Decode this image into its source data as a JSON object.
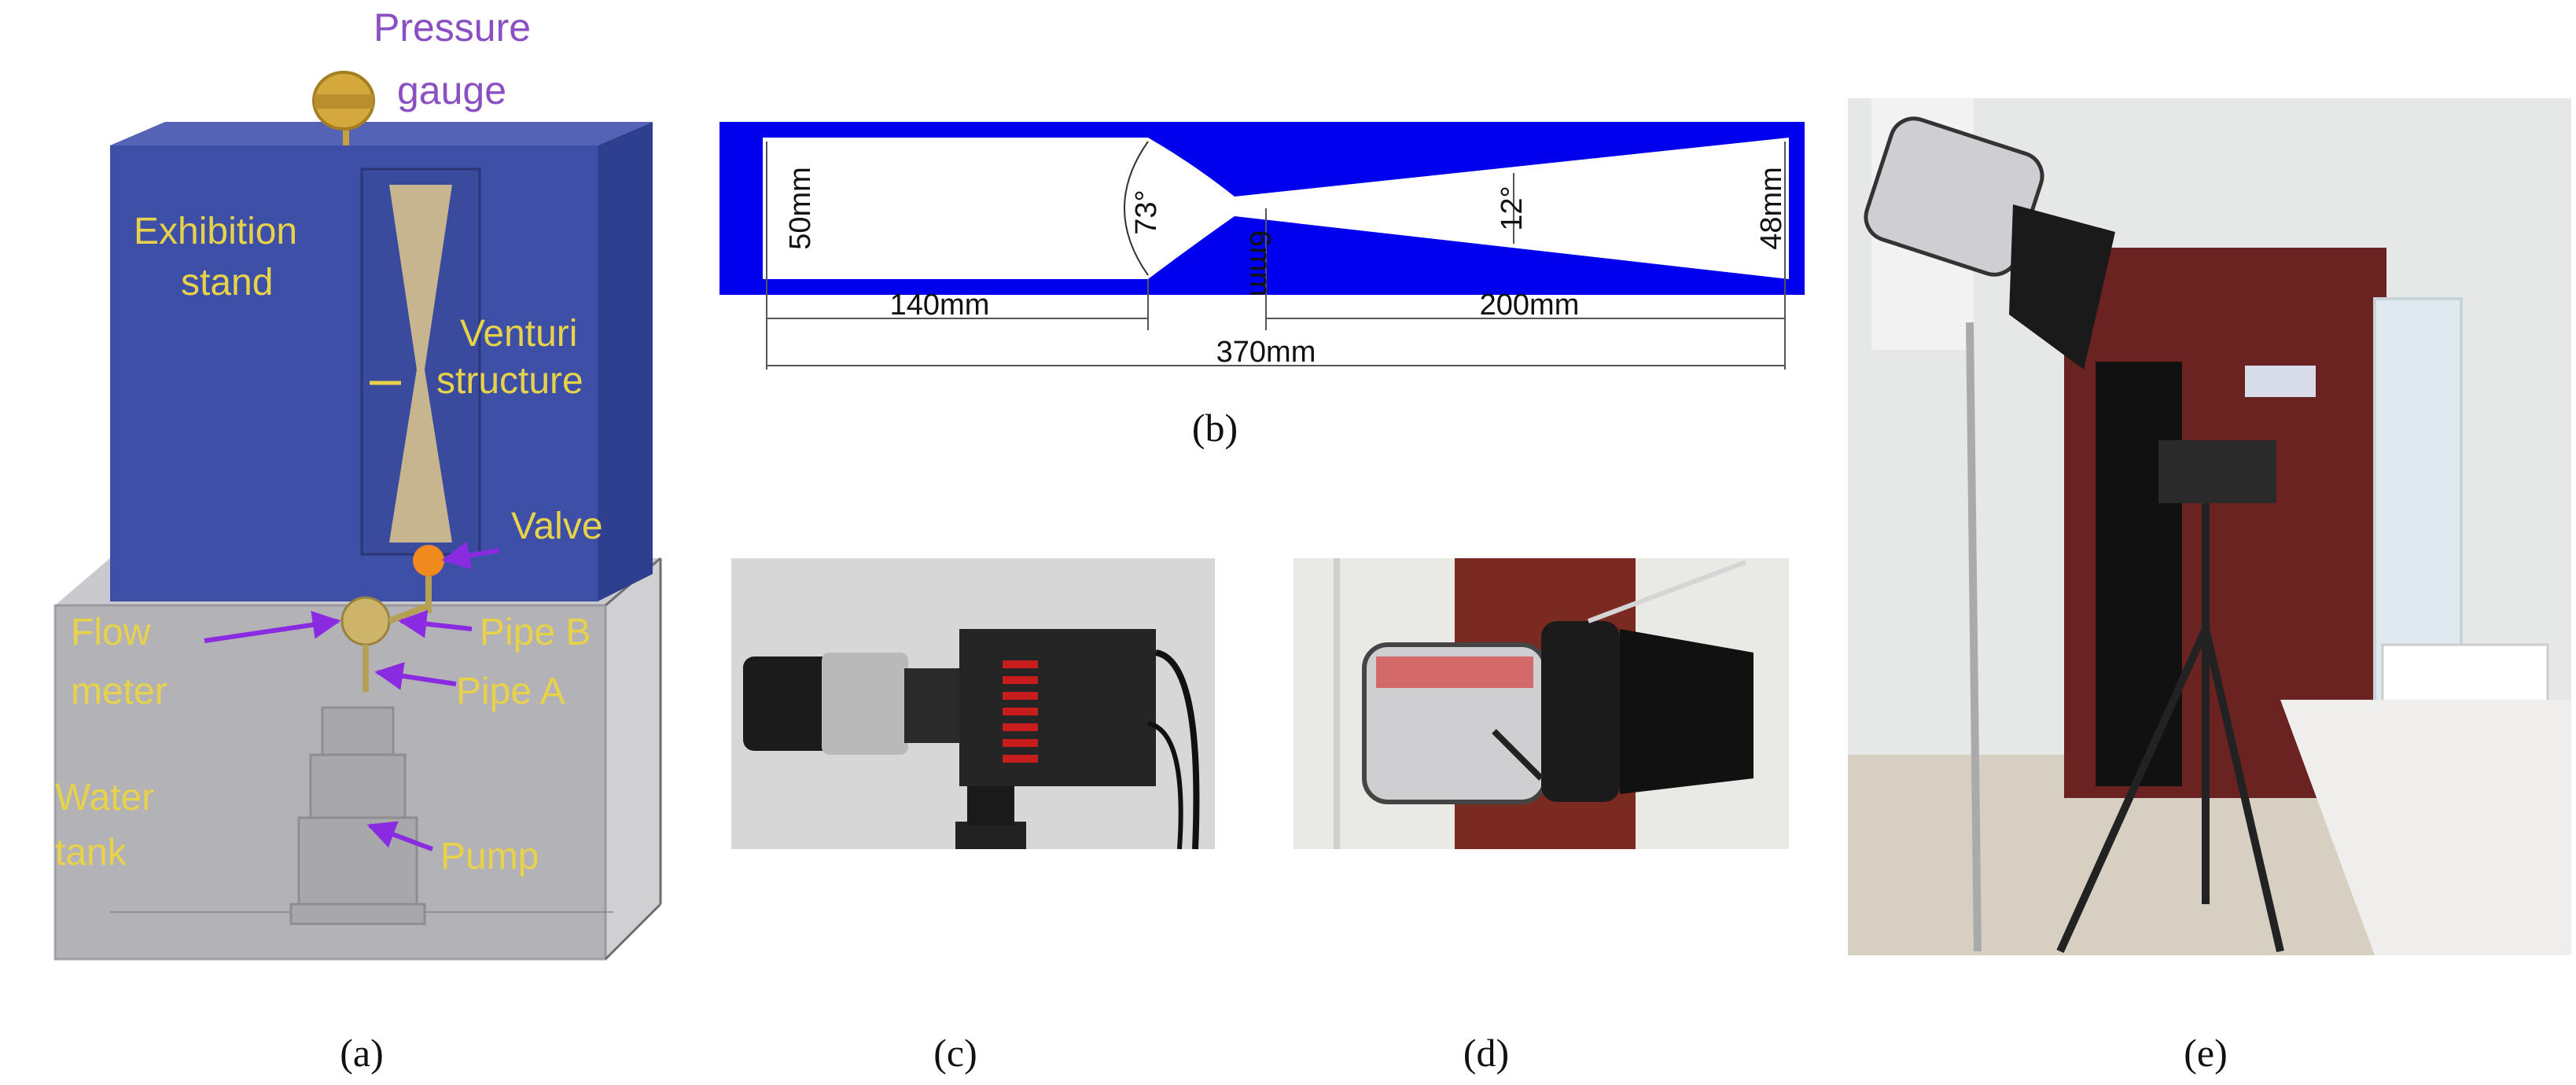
{
  "panel_a": {
    "labels": {
      "pressure_gauge_1": "Pressure",
      "pressure_gauge_2": "gauge",
      "exhibition_1": "Exhibition",
      "exhibition_2": "stand",
      "venturi_1": "Venturi",
      "venturi_2": "structure",
      "valve": "Valve",
      "flow_1": "Flow",
      "flow_2": "meter",
      "pipe_b": "Pipe B",
      "pipe_a": "Pipe A",
      "water_1": "Water",
      "water_2": "tank",
      "pump": "Pump"
    },
    "colors": {
      "stand": "#3d4fa6",
      "label": "#e7d24a",
      "arrow": "#8a2be2",
      "tank": "#b9b9bb"
    }
  },
  "panel_b": {
    "dimensions": {
      "inlet_height": "50mm",
      "converge_angle": "73°",
      "throat": "6mm",
      "diverge_angle": "12°",
      "outlet_height": "48mm",
      "inlet_length": "140mm",
      "diffuser_length": "200mm",
      "total_length": "370mm"
    },
    "colors": {
      "body": "#0000ee"
    }
  },
  "captions": {
    "a": "(a)",
    "b": "(b)",
    "c": "(c)",
    "d": "(d)",
    "e": "(e)"
  }
}
